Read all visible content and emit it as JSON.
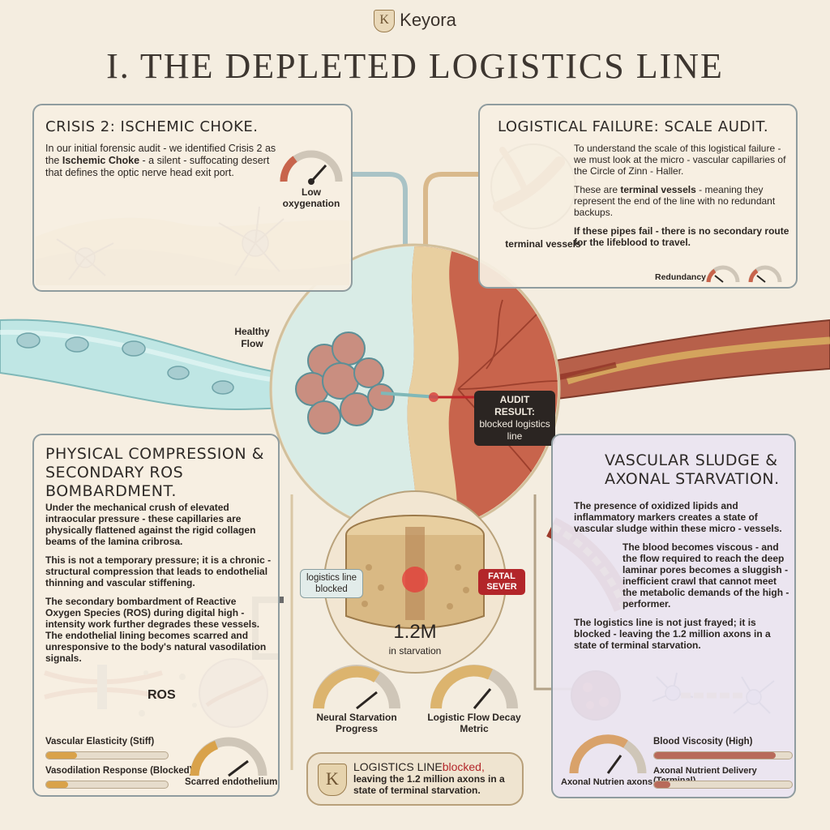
{
  "brand": {
    "logo_letter": "K",
    "name": "Keyora"
  },
  "title": "I. THE DEPLETED LOGISTICS LINE",
  "crisis": {
    "title": "CRISIS 2: ISCHEMIC CHOKE.",
    "text_a": "In our initial forensic audit - we identified Crisis 2 as the ",
    "text_bold": "Ischemic Choke",
    "text_b": " - a silent - suffocating desert that defines the optic nerve head exit port.",
    "gauge_label": "Low oxygenation"
  },
  "scale": {
    "title": "LOGISTICAL FAILURE: SCALE AUDIT.",
    "p1": "To understand the scale of this logistical failure - we must look at the micro - vascular capillaries of the Circle of Zinn - Haller.",
    "p2_a": "These are ",
    "p2_bold": "terminal vessels",
    "p2_b": " - meaning they represent the end of the line with no redundant backups.",
    "p3": "If these pipes fail - there is no secondary route for the lifeblood to travel.",
    "vessel_label": "terminal vessels",
    "redundancy_label": "Redundancy"
  },
  "center": {
    "healthy_flow": "Healthy Flow",
    "audit_result_title": "AUDIT RESULT:",
    "audit_result_text": "blocked logistics line",
    "logistics_blocked": "logistics line blocked",
    "fatal": "FATAL SEVER",
    "count": "1.2M",
    "count_caption": "in starvation"
  },
  "compression": {
    "title": "PHYSICAL COMPRESSION & SECONDARY ROS BOMBARDMENT.",
    "p1": "Under the mechanical crush of elevated intraocular pressure - these capillaries are physically flattened against the rigid collagen beams of the lamina cribrosa.",
    "p2": "This is not a temporary pressure; it is a chronic - structural compression that leads to endothelial thinning and vascular stiffening.",
    "p3": "The secondary bombardment of Reactive Oxygen Species (ROS) during digital high - intensity work further degrades these vessels. The endothelial lining becomes scarred and unresponsive to the body's natural vasodilation signals.",
    "ros_label": "ROS",
    "metrics": [
      {
        "label": "Vascular Elasticity (Stiff)",
        "value": 0.25
      },
      {
        "label": "Vasodilation Response (Blocked)",
        "value": 0.18
      }
    ],
    "scar_label": "Scarred endothelium"
  },
  "sludge": {
    "title": "VASCULAR SLUDGE & AXONAL STARVATION.",
    "p1": "The presence of oxidized lipids and inflammatory markers creates a state of vascular sludge within these micro - vessels.",
    "p2": "The blood becomes viscous - and the flow required to reach the deep laminar pores becomes a sluggish - inefficient crawl that cannot meet the metabolic demands of the high - performer.",
    "p3": "The logistics line is not just frayed; it is blocked - leaving the 1.2 million axons in a state of terminal starvation.",
    "metrics": [
      {
        "label": "Blood Viscosity (High)",
        "value": 0.88
      },
      {
        "label": "Axonal Nutrient Delivery (Terminal)",
        "value": 0.12
      }
    ],
    "gauge_label": "Axonal Nutrien axons"
  },
  "gauges": [
    {
      "label": "Neural Starvation Progress",
      "value": 0.85
    },
    {
      "label": "Logistic Flow Decay Metric",
      "value": 0.78
    }
  ],
  "footer": {
    "logo_letter": "K",
    "bold_a": "LOGISTICS LINE",
    "red": "blocked,",
    "text": "leaving the 1.2 million axons in a state of terminal starvation."
  },
  "colors": {
    "accent_red": "#b3262a",
    "teal": "#8fd3d2",
    "blood": "#a04a3a",
    "sand": "#e8cfa0"
  }
}
